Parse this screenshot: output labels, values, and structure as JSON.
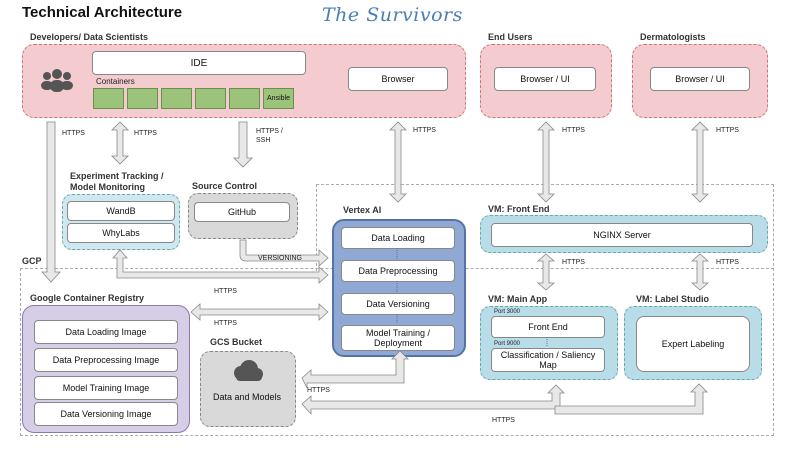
{
  "header": {
    "title": "Technical Architecture",
    "brand": "The Survivors"
  },
  "sections": {
    "devs": "Developers/ Data Scientists",
    "end_users": "End Users",
    "derm": "Dermatologists",
    "exp": "Experiment Tracking /\nModel Monitoring",
    "source": "Source Control",
    "vertex": "Vertex AI",
    "frontend": "VM: Front End",
    "mainapp": "VM: Main App",
    "labelstudio": "VM: Label Studio",
    "gcr": "Google Container Registry",
    "gcs": "GCS Bucket",
    "gcp": "GCP"
  },
  "devs": {
    "ide": "IDE",
    "browser": "Browser",
    "containers_label": "Containers",
    "ansible": "Ansible"
  },
  "end_users": {
    "browser": "Browser / UI"
  },
  "derm": {
    "browser": "Browser / UI"
  },
  "exp": {
    "items": [
      "WandB",
      "WhyLabs"
    ]
  },
  "source": {
    "github": "GitHub"
  },
  "vertex": {
    "items": [
      "Data Loading",
      "Data Preprocessing",
      "Data Versioning",
      "Model Training / Deployment"
    ]
  },
  "frontend": {
    "nginx": "NGINX Server"
  },
  "mainapp": {
    "port1": "Port 3000",
    "frontend": "Front End",
    "port2": "Port 9000",
    "classification": "Classification / Saliency Map"
  },
  "labelstudio": {
    "expert": "Expert Labeling"
  },
  "gcr": {
    "items": [
      "Data Loading Image",
      "Data Preprocessing Image",
      "Model Training Image",
      "Data Versioning Image"
    ]
  },
  "gcs": {
    "label": "Data and Models"
  },
  "connectors": {
    "https": "HTTPS",
    "https_ssh": "HTTPS /\nSSH",
    "versioning": "VERSIONING"
  }
}
